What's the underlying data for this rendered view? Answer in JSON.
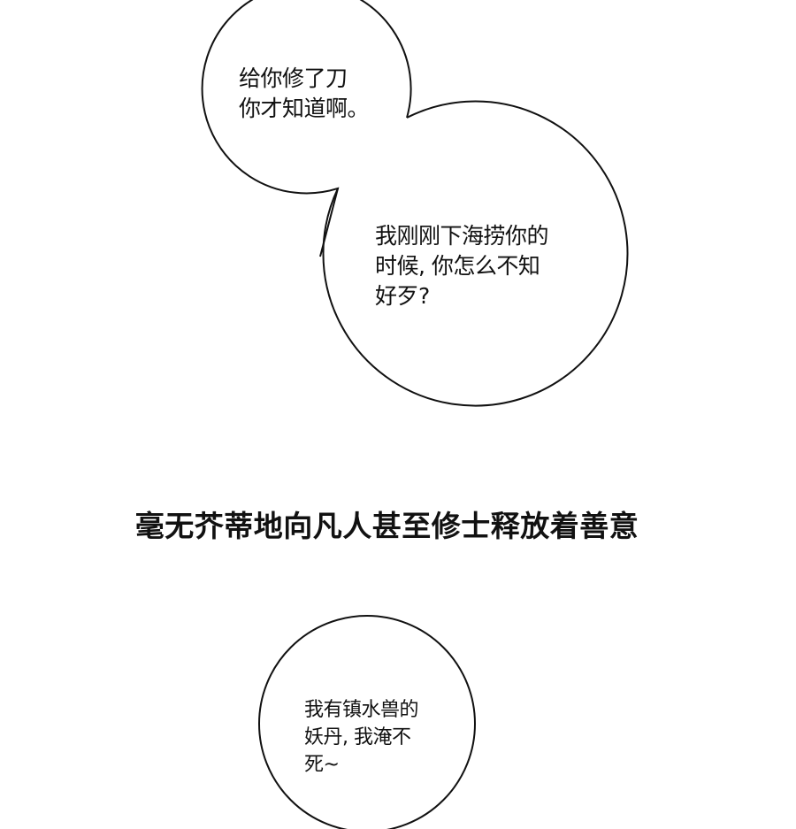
{
  "panel": {
    "background": "#ffffff",
    "stroke_color": "#111111"
  },
  "bubbles": [
    {
      "id": "bubble-1",
      "lines": "给你修了刀\n你才知道啊。"
    },
    {
      "id": "bubble-2",
      "lines": "我刚刚下海捞你的\n时候, 你怎么不知\n好歹?"
    },
    {
      "id": "bubble-3",
      "lines": "我有镇水兽的\n妖丹, 我淹不\n死~"
    }
  ],
  "caption": {
    "text": "毫无芥蒂地向凡人甚至修士释放着善意"
  }
}
